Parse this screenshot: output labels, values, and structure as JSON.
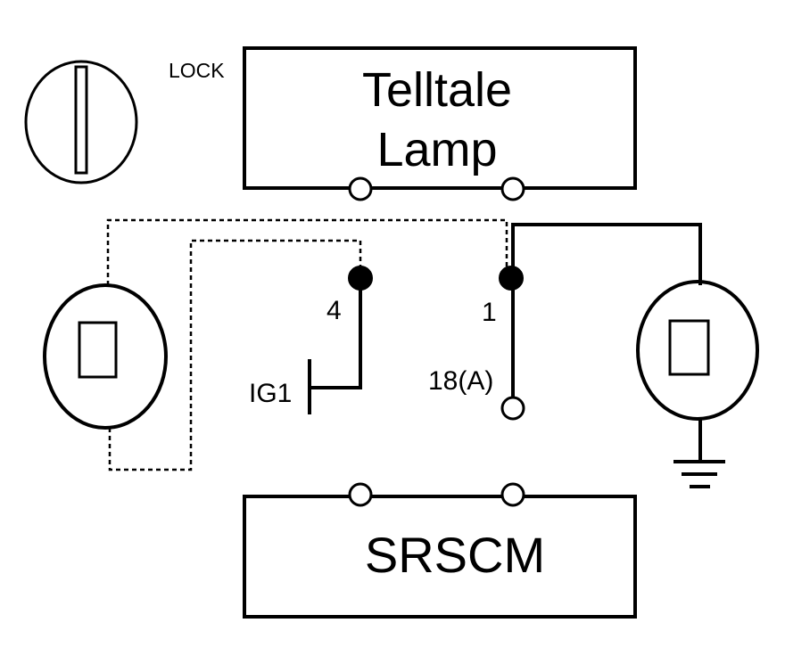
{
  "lock_label": "LOCK",
  "telltale_line1": "Telltale",
  "telltale_line2": "Lamp",
  "srscm_label": "SRSCM",
  "pin_4": "4",
  "pin_1": "1",
  "ig1_label": "IG1",
  "pin_18a": "18(A)",
  "icons": {
    "key_switch": "ignition-key-icon",
    "left_sensor": "switch-sensor-icon",
    "right_sensor": "switch-sensor-icon",
    "ground": "ground-icon"
  }
}
